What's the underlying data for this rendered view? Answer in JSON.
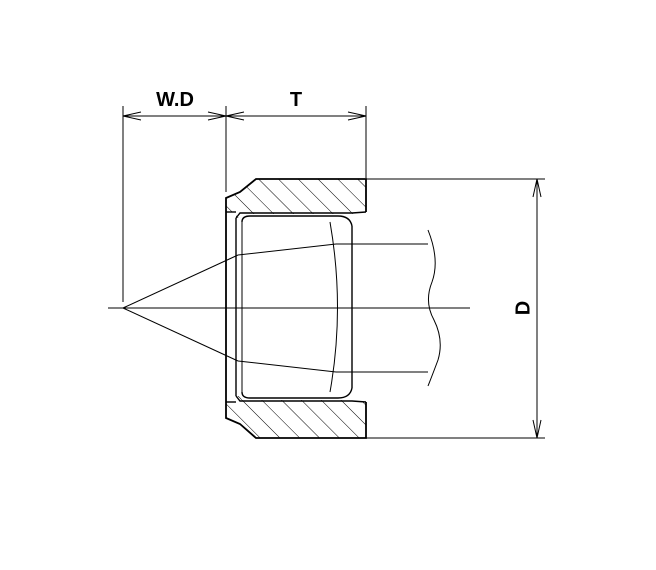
{
  "dimensions": {
    "work_depth_label": "W.D",
    "thickness_label": "T",
    "diameter_label": "D"
  },
  "colors": {
    "line": "#000000",
    "background": "#ffffff"
  }
}
